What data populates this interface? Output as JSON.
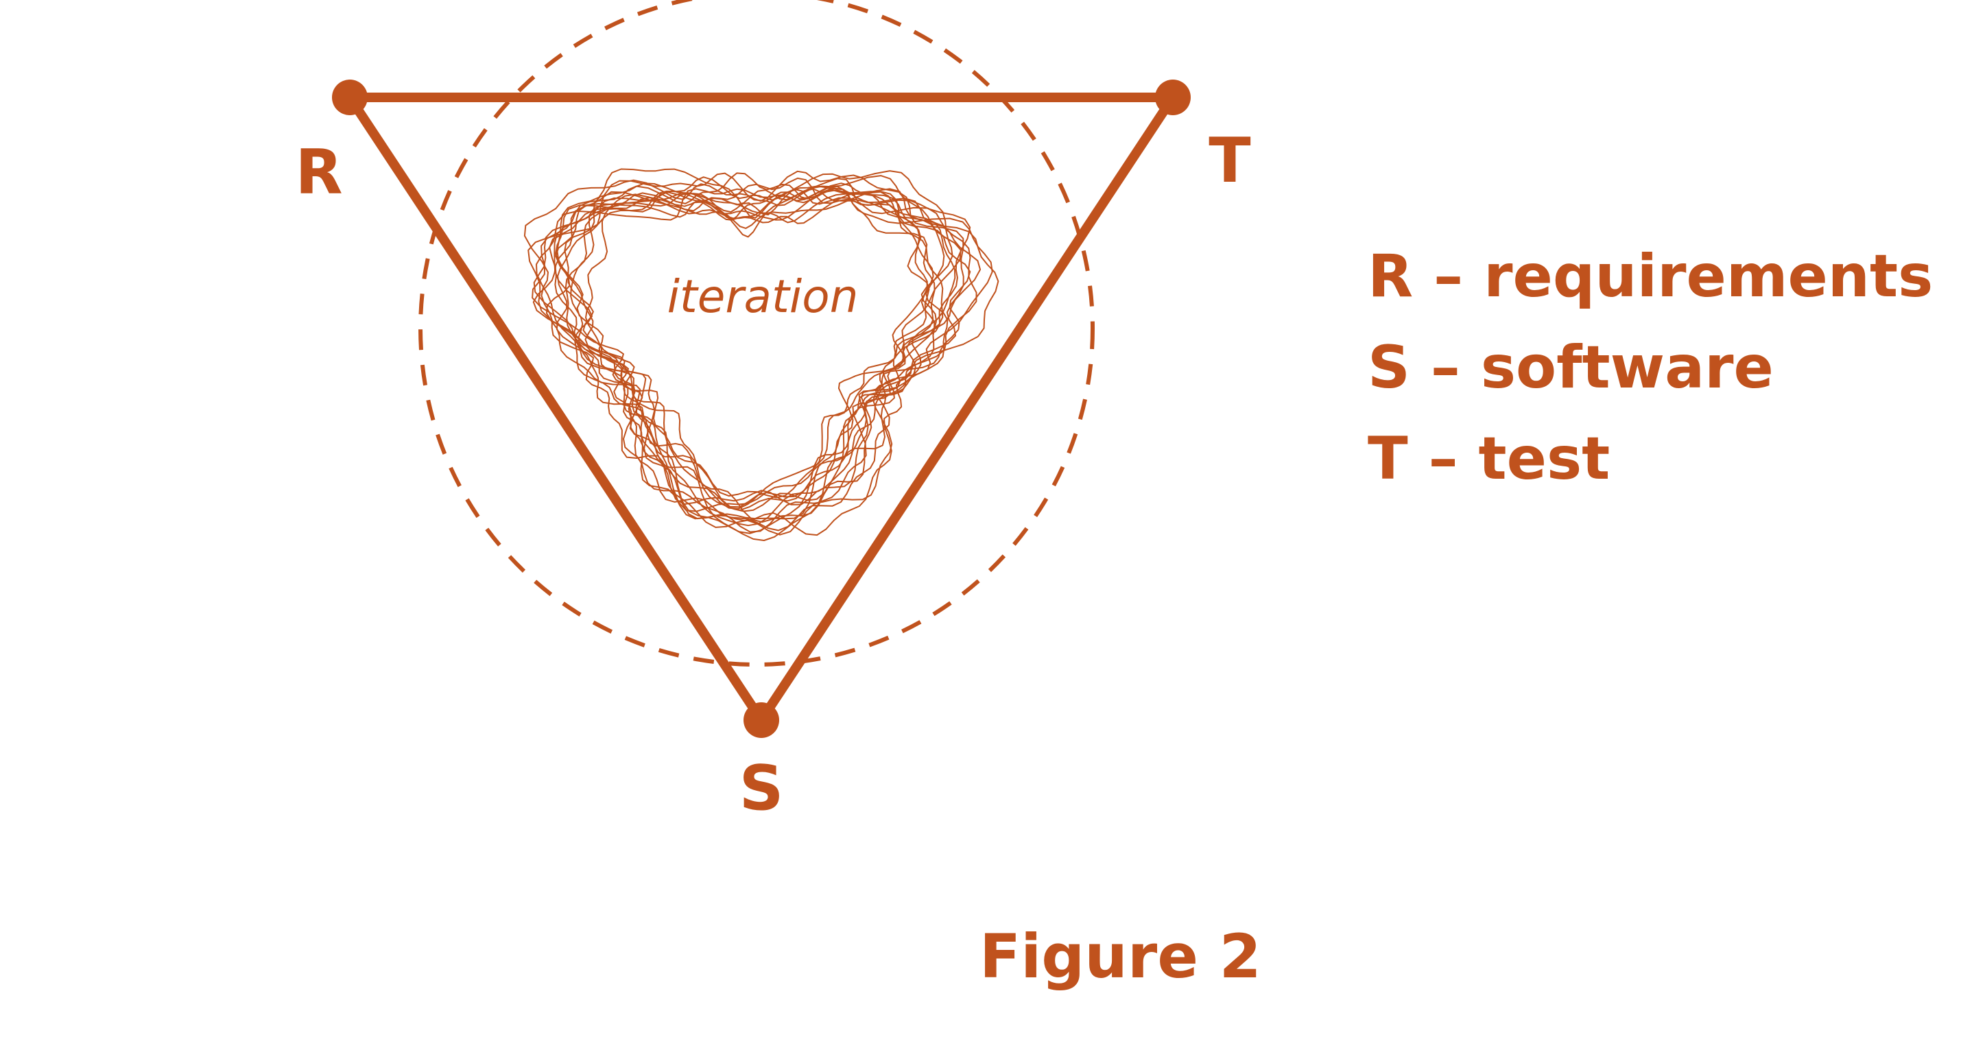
{
  "colors": {
    "accent": "#c0521d",
    "background": "#ffffff"
  },
  "vertices": {
    "r": "R",
    "t": "T",
    "s": "S"
  },
  "center_label": "iteration",
  "legend": [
    "R – requirements",
    "S – software",
    "T – test"
  ],
  "caption": "Figure 2"
}
